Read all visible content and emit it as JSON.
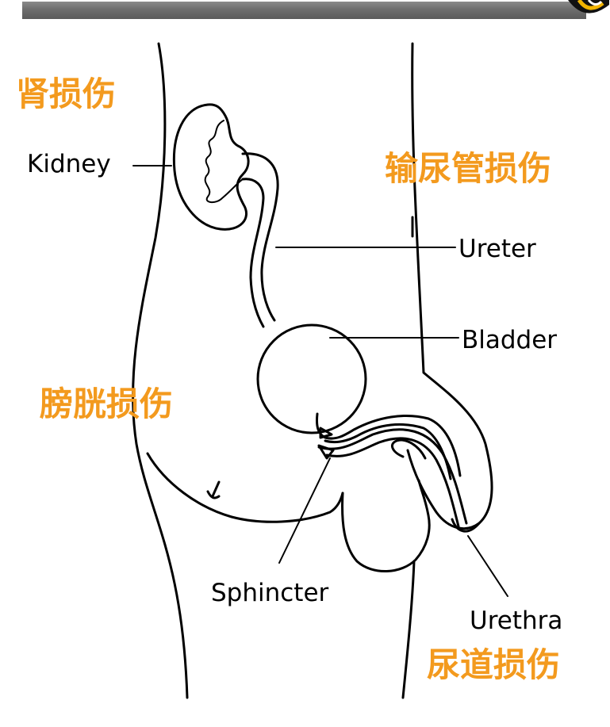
{
  "labels": {
    "kidney": "Kidney",
    "ureter": "Ureter",
    "bladder": "Bladder",
    "sphincter": "Sphincter",
    "urethra": "Urethra"
  },
  "injuries": {
    "kidney_injury": "肾损伤",
    "ureter_injury": "输尿管损伤",
    "bladder_injury": "膀胱损伤",
    "urethra_injury": "尿道损伤"
  },
  "colors": {
    "injury_text": "#f39a1e",
    "header_bar": "#6d6d6d",
    "logo_accent": "#f2b400"
  }
}
